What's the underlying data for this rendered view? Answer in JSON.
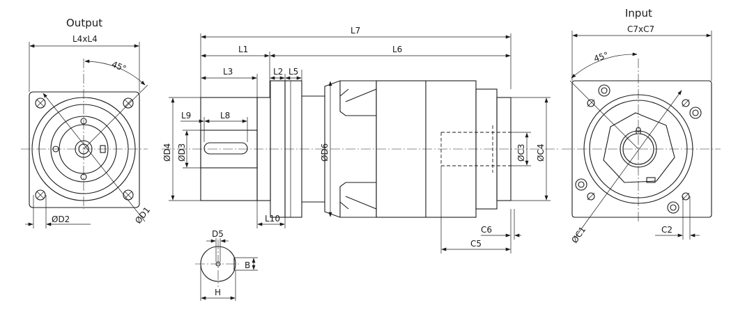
{
  "titles": {
    "output": "Output",
    "input": "Input"
  },
  "labels": {
    "L4xL4": "L4xL4",
    "angle_out": "45°",
    "D2": "ØD2",
    "D1": "ØD1",
    "L7": "L7",
    "L1": "L1",
    "L6": "L6",
    "L3": "L3",
    "L2": "L2",
    "L5": "L5",
    "L9": "L9",
    "L8": "L8",
    "D4": "ØD4",
    "D3": "ØD3",
    "D6": "ØD6",
    "C3": "ØC3",
    "C4": "ØC4",
    "L10": "L10",
    "C6": "C6",
    "C5": "C5",
    "D5": "D5",
    "B": "B",
    "H": "H",
    "C7xC7": "C7xC7",
    "angle_in": "45°",
    "C1": "ØC1",
    "C2": "C2"
  }
}
